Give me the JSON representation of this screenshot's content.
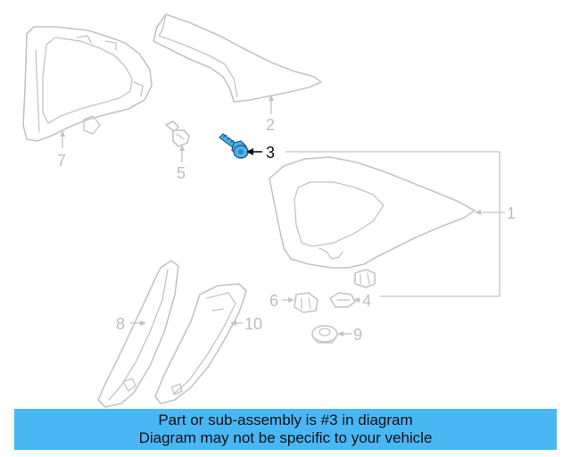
{
  "diagram": {
    "callouts": [
      "1",
      "2",
      "3",
      "4",
      "5",
      "6",
      "7",
      "8",
      "9",
      "10"
    ],
    "highlighted_callout": "3",
    "highlight_color": "#4fb3ec",
    "line_color": "#c4c4c4"
  },
  "banner": {
    "line1": "Part or sub-assembly is #3 in diagram",
    "line2": "Diagram may not be specific to your vehicle",
    "background": "#4ab7f5"
  }
}
